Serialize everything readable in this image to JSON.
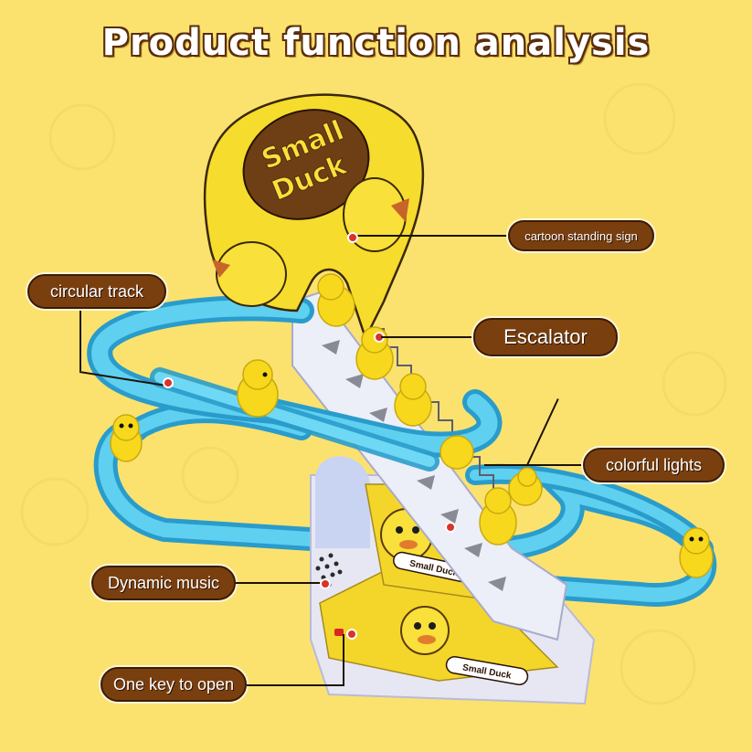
{
  "title": "Product function analysis",
  "colors": {
    "background": "#fbe26f",
    "label_fill": "#7a3f0e",
    "label_text": "#ffffff",
    "track": "#4cc3e6",
    "duck": "#f7d81c",
    "stair": "#e8e9f4",
    "sign_oval": "#6e3f14",
    "sign_text": "#f7e23a",
    "pointer_dot": "#d8342a"
  },
  "sign": {
    "line1": "Small",
    "line2": "Duck"
  },
  "base_decals": [
    {
      "text": "Small Duck"
    },
    {
      "text": "Small Duck"
    }
  ],
  "callouts": [
    {
      "id": "sign",
      "label": "cartoon standing sign"
    },
    {
      "id": "track",
      "label": "circular track"
    },
    {
      "id": "escalator",
      "label": "Escalator"
    },
    {
      "id": "lights",
      "label": "colorful lights"
    },
    {
      "id": "music",
      "label": "Dynamic music"
    },
    {
      "id": "power",
      "label": "One key to open"
    }
  ],
  "icons": {
    "speaker": "speaker-grille-icon",
    "power_button": "power-button-icon",
    "duck": "duck-figure-icon"
  }
}
